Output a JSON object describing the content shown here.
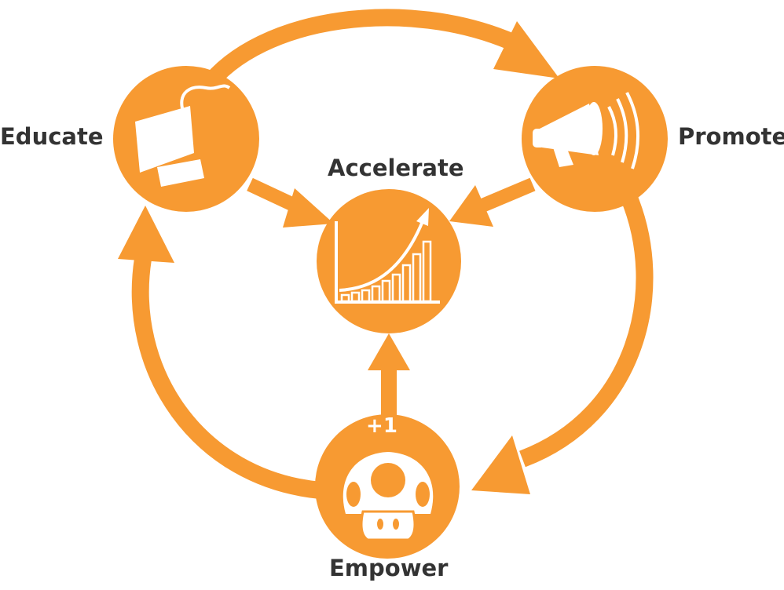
{
  "diagram": {
    "type": "cycle",
    "accent_color": "#F79A32",
    "icon_color": "#FFFFFF",
    "text_color": "#333333",
    "nodes": [
      {
        "id": "educate",
        "label": "Educate",
        "icon": "computer-monitor-icon"
      },
      {
        "id": "promote",
        "label": "Promote",
        "icon": "megaphone-icon"
      },
      {
        "id": "accelerate",
        "label": "Accelerate",
        "icon": "growth-chart-icon"
      },
      {
        "id": "empower",
        "label": "Empower",
        "icon": "mushroom-1up-icon",
        "badge": "+1"
      }
    ],
    "edges": [
      {
        "from": "educate",
        "to": "promote"
      },
      {
        "from": "promote",
        "to": "empower"
      },
      {
        "from": "empower",
        "to": "educate"
      },
      {
        "from": "educate",
        "to": "accelerate"
      },
      {
        "from": "promote",
        "to": "accelerate"
      },
      {
        "from": "empower",
        "to": "accelerate"
      }
    ]
  }
}
